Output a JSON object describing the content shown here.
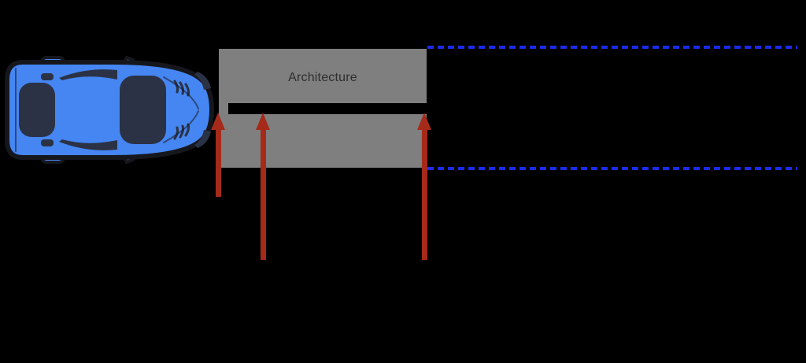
{
  "labels": {
    "architecture": "Architecture"
  },
  "diagram": {
    "description": "top-view blue sports car approaching an architecture block between two dashed lane lines, with three upward arrows",
    "arrow_count": 3
  },
  "colors": {
    "background": "#000000",
    "box-gray": "#7f7f7f",
    "divider-black": "#000000",
    "arrow-red": "#a52a1a",
    "lane-blue": "#1b2be8",
    "car-body": "#4586f2",
    "car-glass": "#2b3245",
    "car-outline": "#16171d"
  }
}
